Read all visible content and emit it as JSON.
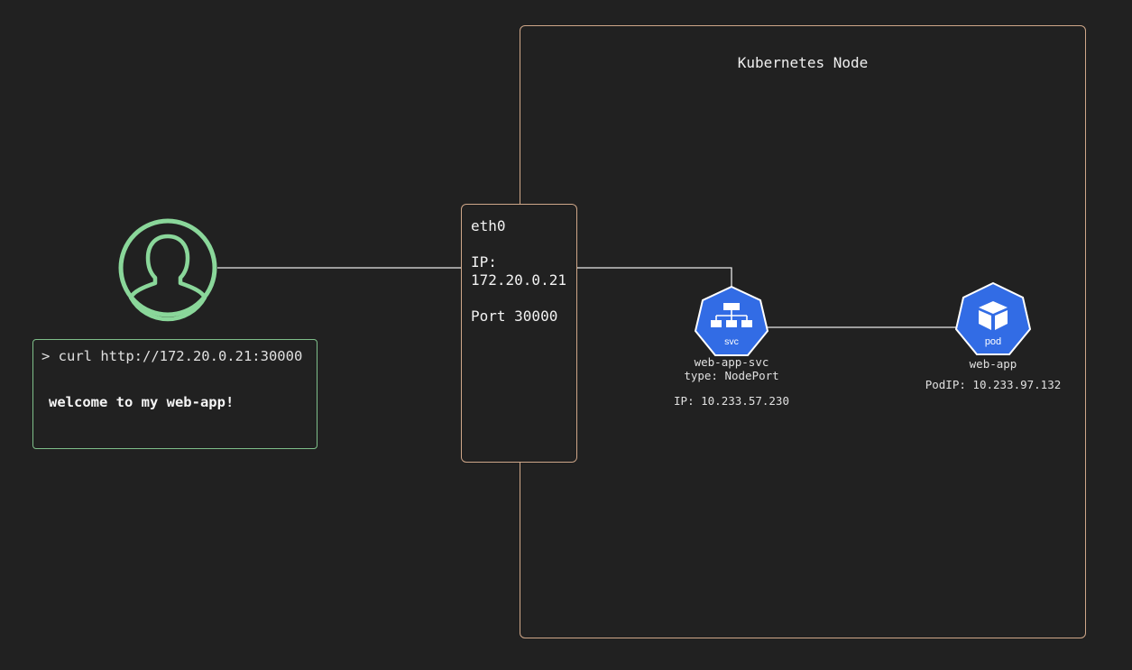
{
  "node": {
    "title": "Kubernetes Node"
  },
  "eth": {
    "name": "eth0",
    "ip_label": "IP:",
    "ip": "172.20.0.21",
    "port": "Port 30000"
  },
  "terminal": {
    "command": "> curl http://172.20.0.21:30000",
    "output": "welcome to my web-app!"
  },
  "service": {
    "icon_label": "svc",
    "name": "web-app-svc",
    "type": "type: NodePort",
    "ip": "IP: 10.233.57.230"
  },
  "pod": {
    "icon_label": "pod",
    "name": "web-app",
    "ip": "PodIP: 10.233.97.132"
  },
  "colors": {
    "background": "#212121",
    "node_border": "#cfa789",
    "user_green": "#8ad79a",
    "k8s_blue": "#326ce5"
  }
}
